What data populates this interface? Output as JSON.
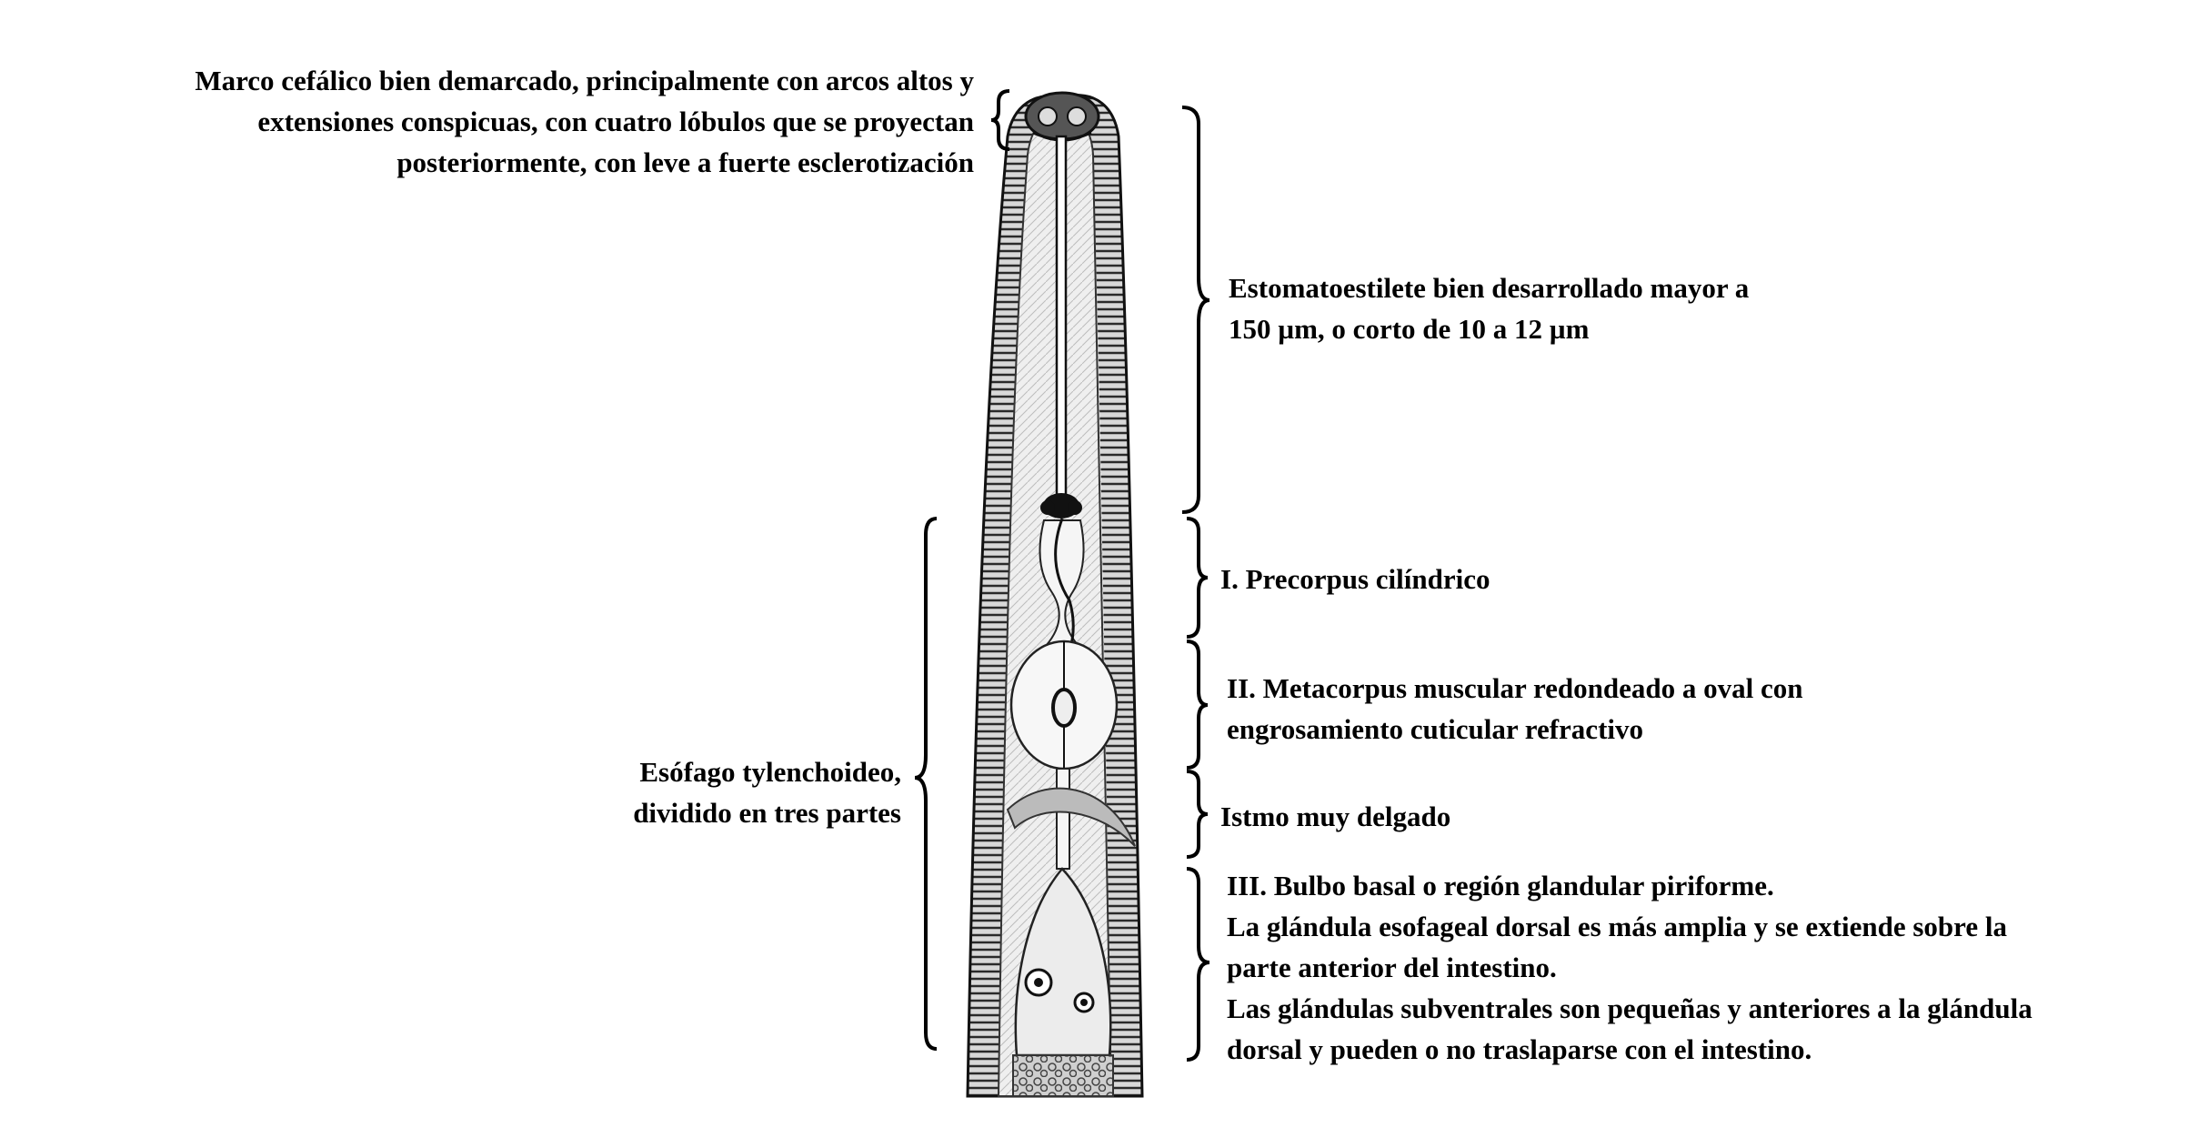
{
  "labels": {
    "cephalic": "Marco cefálico bien demarcado, principalmente con arcos altos y\nextensiones conspicuas, con cuatro lóbulos que se proyectan\nposteriormente, con leve a fuerte esclerotización",
    "stylet": "Estomatoestilete bien desarrollado mayor a\n150 µm, o corto de 10 a 12 µm",
    "esophagus": "Esófago tylenchoideo,\ndividido en tres partes",
    "precorpus": "I. Precorpus cilíndrico",
    "metacorpus": "II. Metacorpus muscular redondeado a oval con\nengrosamiento cuticular refractivo",
    "isthmus": "Istmo muy delgado",
    "basal_bulb": "III. Bulbo basal o región glandular piriforme.\nLa glándula esofageal dorsal es más amplia y se extiende sobre la\nparte anterior del intestino.\nLas glándulas subventrales son pequeñas y anteriores a la glándula\ndorsal y pueden o no traslaparse con el intestino."
  },
  "colors": {
    "ink": "#000000",
    "body_shade": "#8c8c8c",
    "background": "#ffffff"
  }
}
